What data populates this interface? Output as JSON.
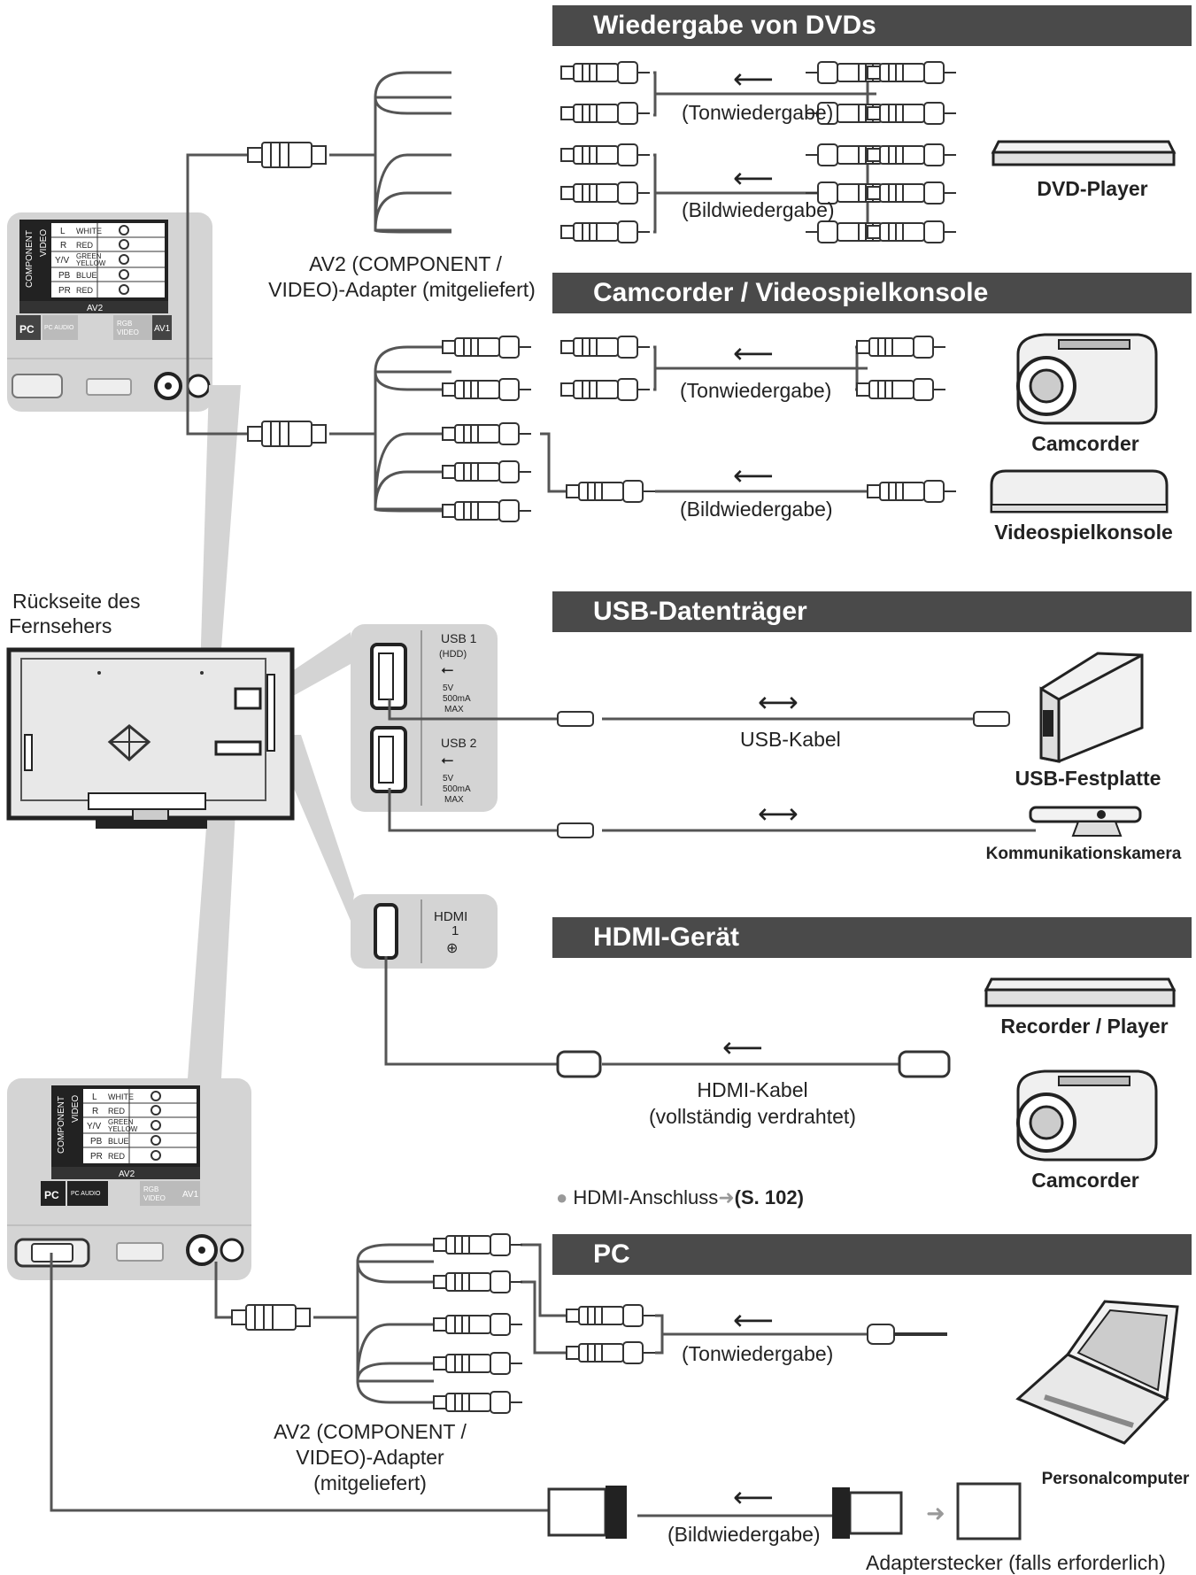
{
  "sections": {
    "dvd": "Wiedergabe von DVDs",
    "camcorder": "Camcorder / Videospielkonsole",
    "usb": "USB-Datenträger",
    "hdmi": "HDMI-Gerät",
    "pc": "PC"
  },
  "labels": {
    "audio": "(Tonwiedergabe)",
    "video": "(Bildwiedergabe)",
    "av2_adapter_line1": "AV2 (COMPONENT /",
    "av2_adapter_line2": "VIDEO)-Adapter (mitgeliefert)",
    "av2_adapter_pc_line1": "AV2 (COMPONENT /",
    "av2_adapter_pc_line2": "VIDEO)-Adapter",
    "av2_adapter_pc_line3": "(mitgeliefert)",
    "tv_back_line1": "Rückseite des",
    "tv_back_line2": "Fernsehers",
    "usb_cable": "USB-Kabel",
    "hdmi_cable_line1": "HDMI-Kabel",
    "hdmi_cable_line2": "(vollständig verdrahtet)",
    "hdmi_note": "HDMI-Anschluss",
    "hdmi_note_ref": "(S. 102)",
    "adapter_plug": "Adapterstecker (falls erforderlich)"
  },
  "devices": {
    "dvd_player": "DVD-Player",
    "camcorder": "Camcorder",
    "game_console": "Videospielkonsole",
    "usb_hdd": "USB-Festplatte",
    "comm_camera": "Kommunikationskamera",
    "recorder": "Recorder / Player",
    "camcorder2": "Camcorder",
    "pc": "Personalcomputer"
  },
  "panel": {
    "usb1": "USB 1",
    "usb1_sub": "(HDD)",
    "usb_power": "5V",
    "usb_current": "500mA",
    "usb_max": "MAX",
    "usb2": "USB 2",
    "hdmi_port": "HDMI",
    "hdmi_num": "1",
    "component": "COMPONENT",
    "video": "VIDEO",
    "audio_l": "L",
    "audio_r": "R",
    "white": "WHITE",
    "red": "RED",
    "yv": "Y/V",
    "green": "GREEN",
    "yellow": "YELLOW",
    "pb": "PB",
    "blue": "BLUE",
    "pr": "PR",
    "av2": "AV2",
    "av1": "AV1",
    "pc": "PC",
    "pc_audio": "PC AUDIO",
    "rgb": "RGB",
    "video_in": "VIDEO"
  },
  "colors": {
    "header_bg": "#4a4a4a",
    "panel_bg": "#d4d4d4",
    "cable": "#555555"
  }
}
